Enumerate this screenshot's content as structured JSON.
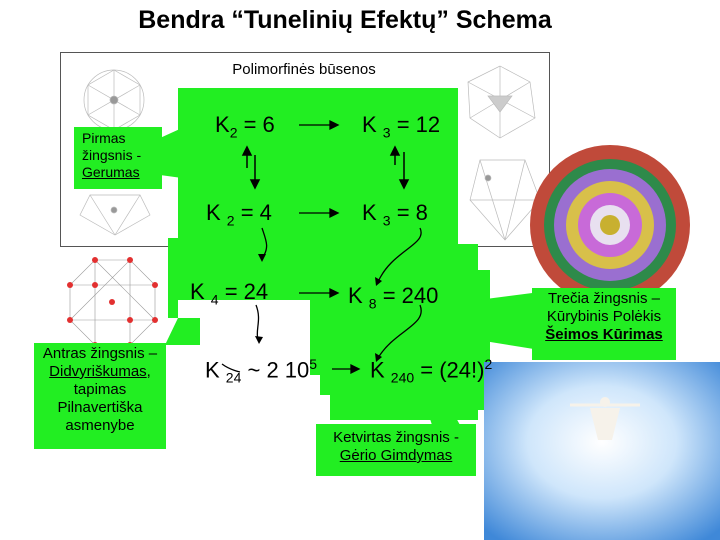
{
  "title": "Bendra “Tunelinių Efektų” Schema",
  "subtitle": "Polimorfinės būsenos",
  "steps": {
    "first": {
      "line1": "Pirmas",
      "line2": "žingsnis -",
      "line3": "Gerumas"
    },
    "second": {
      "line1": "Antras žingsnis –",
      "line2a": "Didvyriškumas",
      "line2b": ",",
      "line3": "tapimas",
      "line4": "Pilnavertiška",
      "line5": "asmenybe"
    },
    "third": {
      "line1": "Trečia žingsnis –",
      "line2": "Kūrybinis Polėkis",
      "line3": "Šeimos Kūrimas"
    },
    "fourth": {
      "line1": "Ketvirtas žingsnis -",
      "line2": "Gėrio Gimdymas"
    }
  },
  "equations": {
    "k2_6": {
      "base": "K",
      "sub": "2",
      "rest": " = 6"
    },
    "k3_12": {
      "base": "K ",
      "sub": "3",
      "rest": " = 12"
    },
    "k2_4": {
      "base": "K ",
      "sub": "2",
      "rest": " = 4"
    },
    "k3_8": {
      "base": "K ",
      "sub": "3",
      "rest": " = 8"
    },
    "k4_24": {
      "base": "K ",
      "sub": "4",
      "rest": " = 24"
    },
    "k8_240": {
      "base": "K ",
      "sub": "8",
      "rest": " = 240"
    },
    "k24": {
      "base": "K ",
      "sub": "24",
      "rest": " ~ 2 10",
      "sup": "5"
    },
    "k240": {
      "base": "K ",
      "sub": "240",
      "rest": " = (24!)",
      "sup": "2"
    }
  },
  "colors": {
    "accent_green": "#22ee22",
    "arrow": "#000000"
  }
}
